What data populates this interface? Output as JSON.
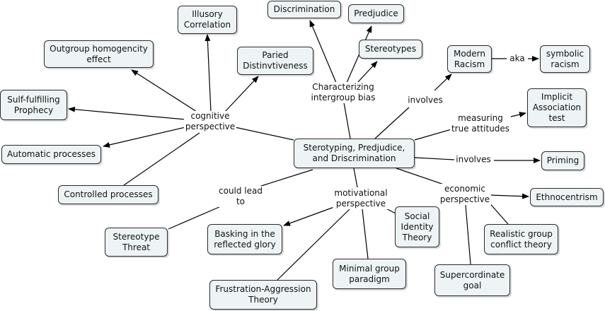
{
  "nodes": {
    "center": "Sterotyping, Predjudice,\nand Driscrimination",
    "illusory": "Illusory\nCorrelation",
    "discrimination": "Discrimination",
    "predjudice": "Predjudice",
    "outgroup": "Outgroup homogencity\neffect",
    "paried": "Paried\nDistinvtiveness",
    "stereotypes": "Stereotypes",
    "modern": "Modern\nRacism",
    "symbolic": "symbolic\nracism",
    "sulf": "Sulf-fulfilling\nProphecy",
    "implicit": "Implicit\nAssociation\ntest",
    "automatic": "Automatic processes",
    "priming": "Priming",
    "controlled": "Controlled processes",
    "ethnocentrism": "Ethnocentrism",
    "threat": "Stereotype\nThreat",
    "basking": "Basking in the\nreflected glory",
    "social": "Social\nIdentity\nTheory",
    "realistic": "Realistic group\nconflict theory",
    "minimal": "Minimal group\nparadigm",
    "supercordinate": "Supercordinate\ngoal",
    "frustration": "Frustration-Aggression\nTheory"
  },
  "labels": {
    "characterizing": "Characterizing\nintergroup bias",
    "cognitive": "cognitive\nperspective",
    "involves_top": "involves",
    "aka": "aka",
    "measuring": "measuring\ntrue attitudes",
    "involves_right": "involves",
    "could_lead": "could lead\nto",
    "motivational": "motivational\nperspective",
    "economic": "economic\nperspective"
  }
}
